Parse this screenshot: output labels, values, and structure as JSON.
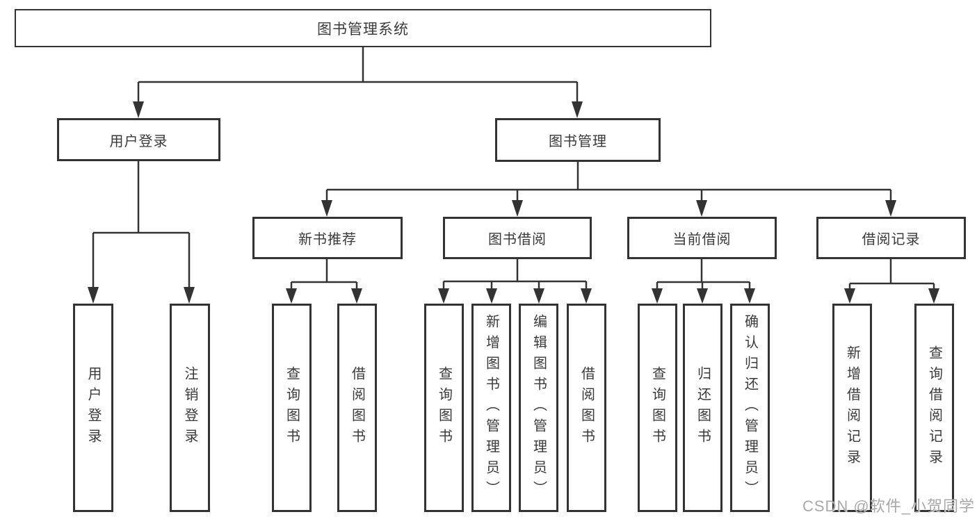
{
  "diagram": {
    "title": "图书管理系统",
    "branches": [
      {
        "label": "用户登录",
        "children": [
          "用户登录",
          "注销登录"
        ]
      },
      {
        "label": "图书管理",
        "children": [
          {
            "label": "新书推荐",
            "children": [
              "查询图书",
              "借阅图书"
            ]
          },
          {
            "label": "图书借阅",
            "children": [
              "查询图书",
              "新增图书（管理员）",
              "编辑图书（管理员）",
              "借阅图书"
            ]
          },
          {
            "label": "当前借阅",
            "children": [
              "查询图书",
              "归还图书",
              "确认归还（管理员）"
            ]
          },
          {
            "label": "借阅记录",
            "children": [
              "新增借阅记录",
              "查询借阅记录"
            ]
          }
        ]
      }
    ]
  },
  "watermark": {
    "text": "CSDN @软件_小贺同学"
  },
  "colors": {
    "line": "#333333",
    "text": "#3a3a3a",
    "watermark": "#a8a8a8",
    "background": "#ffffff"
  }
}
